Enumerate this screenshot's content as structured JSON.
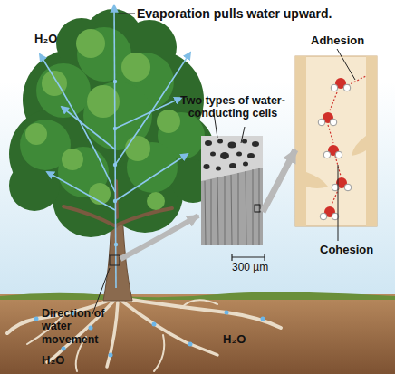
{
  "diagram": {
    "nodes": [
      {
        "text": [
          "Two types of water-conducting cells"
        ]
      },
      {
        "text": [
          "Adhesion",
          "Cohesion"
        ]
      }
    ],
    "edges": [
      {
        "from": 0,
        "to": 1,
        "arrow": "to"
      }
    ],
    "labels": [
      "Evaporation pulls water upward.",
      "H₂O",
      "H₂O",
      "H₂O",
      "Direction of water movement",
      "300 µm"
    ]
  }
}
